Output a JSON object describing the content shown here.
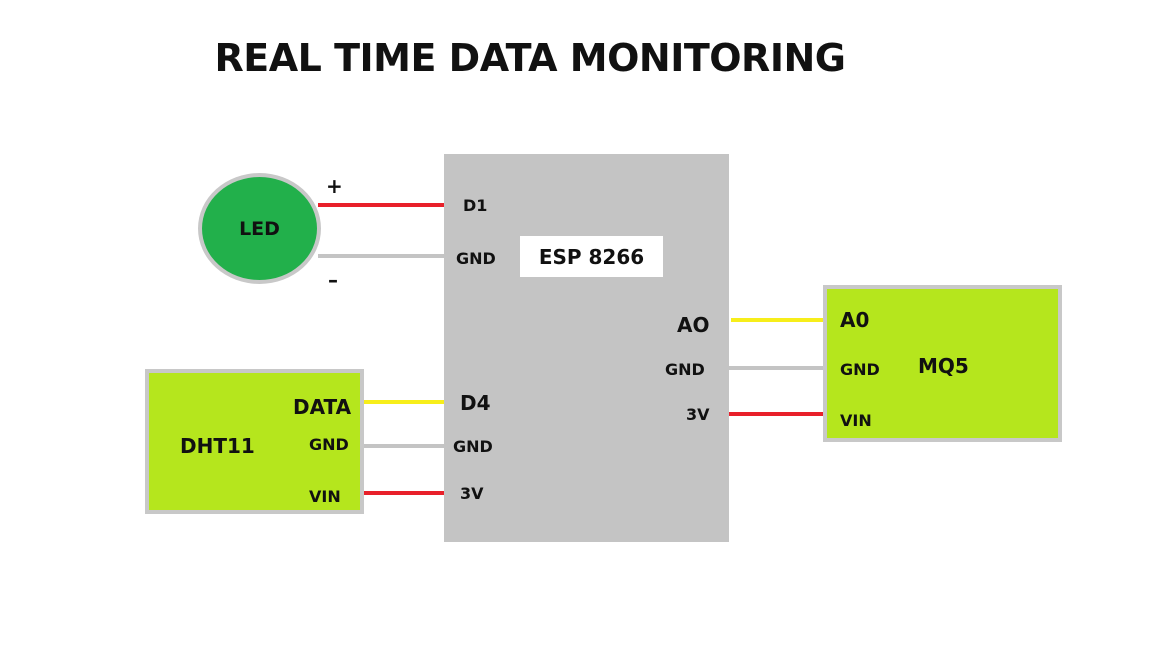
{
  "title": "REAL TIME DATA MONITORING",
  "esp": {
    "label": "ESP 8266",
    "pins": {
      "d1": "D1",
      "gnd_top": "GND",
      "ao": "AO",
      "gnd_right": "GND",
      "v3_right": "3V",
      "d4": "D4",
      "gnd_left": "GND",
      "v3_left": "3V"
    }
  },
  "led": {
    "label": "LED",
    "plus": "+",
    "minus": "–"
  },
  "dht11": {
    "label": "DHT11",
    "pins": {
      "data": "DATA",
      "gnd": "GND",
      "vin": "VIN"
    }
  },
  "mq5": {
    "label": "MQ5",
    "pins": {
      "a0": "A0",
      "gnd": "GND",
      "vin": "VIN"
    }
  },
  "colors": {
    "board": "#c4c4c4",
    "module": "#b5e61d",
    "led": "#22b04b",
    "power_wire": "#e8202a",
    "signal_wire": "#f7ee1a",
    "ground_wire": "#c4c4c4"
  }
}
